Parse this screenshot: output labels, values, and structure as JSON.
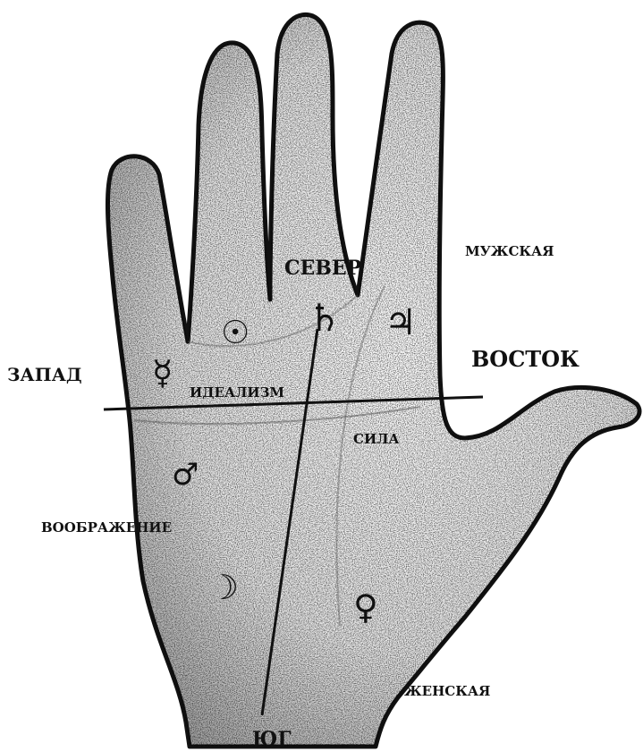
{
  "labels": {
    "north": "СЕВЕР",
    "south": "ЮГ",
    "east": "ВОСТОК",
    "west": "ЗАПАД",
    "male": "МУЖСКАЯ",
    "female": "ЖЕНСКАЯ",
    "idealism": "ИДЕАЛИЗМ",
    "strength": "СИЛА",
    "imagination": "ВООБРАЖЕНИЕ"
  },
  "symbols": {
    "mercury": "☿",
    "sun": "☉",
    "saturn": "♄",
    "jupiter": "♃",
    "mars": "♂",
    "moon": "☽",
    "venus": "♀"
  },
  "colors": {
    "ink": "#111111",
    "paper": "#ffffff"
  }
}
